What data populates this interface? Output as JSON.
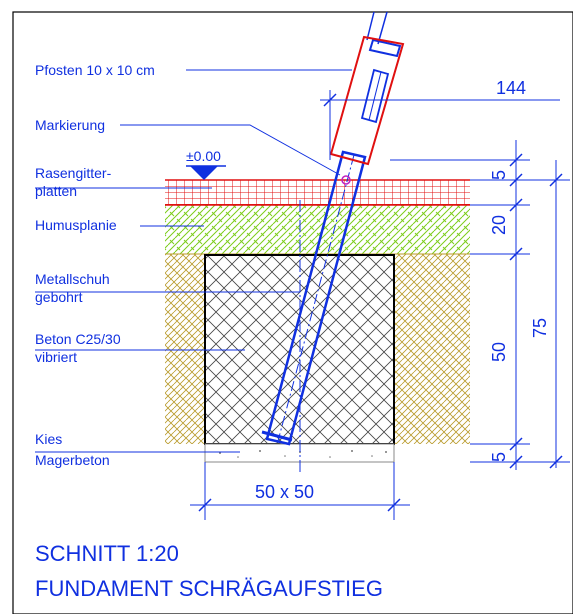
{
  "labels": {
    "pfosten": "Pfosten 10 x 10 cm",
    "markierung": "Markierung",
    "rasengitter_1": "Rasengitter-",
    "rasengitter_2": "platten",
    "humusplanie": "Humusplanie",
    "metallschuh_1": "Metallschuh",
    "metallschuh_2": "gebohrt",
    "beton_1": "Beton C25/30",
    "beton_2": "vibriert",
    "kies": "Kies",
    "magerbeton": "Magerbeton",
    "level": "±0.00"
  },
  "dimensions": {
    "offset": "144",
    "d5_top": "5",
    "d20": "20",
    "d50": "50",
    "d5_bottom": "5",
    "d75": "75",
    "footing": "50 x 50"
  },
  "title": {
    "line1": "SCHNITT   1:20",
    "line2": "FUNDAMENT  SCHRÄGAUFSTIEG"
  },
  "colors": {
    "annotation": "#1030e0",
    "grass_grid": "#e01010",
    "humus": "#7ccd1a",
    "gravel": "#b89a2a",
    "concrete": "#555555"
  }
}
